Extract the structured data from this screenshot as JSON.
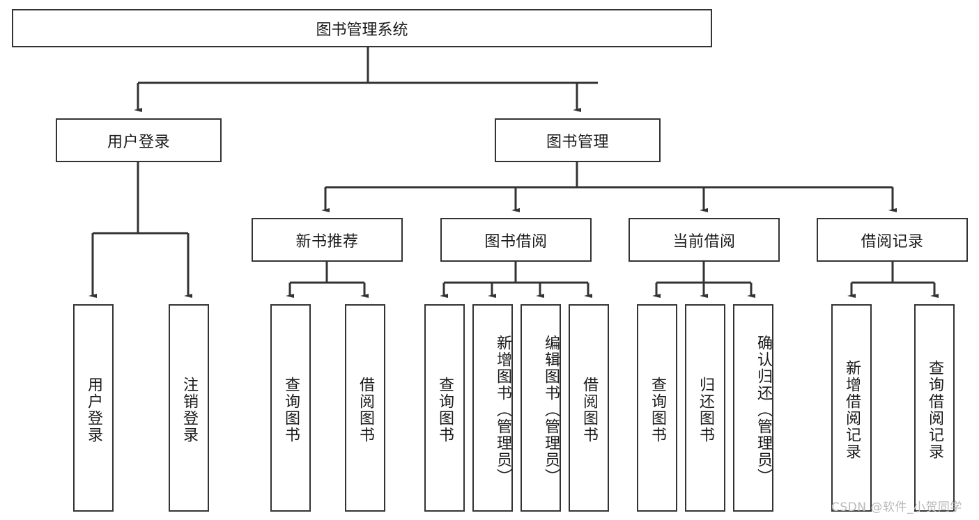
{
  "diagram": {
    "title": "图书管理系统",
    "type": "tree-hierarchy-diagram",
    "root": {
      "label": "图书管理系统"
    },
    "level2": [
      {
        "label": "用户登录"
      },
      {
        "label": "图书管理"
      }
    ],
    "level3": [
      {
        "label": "新书推荐"
      },
      {
        "label": "图书借阅"
      },
      {
        "label": "当前借阅"
      },
      {
        "label": "借阅记录"
      }
    ],
    "leaves": {
      "user_login": [
        {
          "label": "用户登录"
        },
        {
          "label": "注销登录"
        }
      ],
      "new_book_recommend": [
        {
          "label": "查询图书"
        },
        {
          "label": "借阅图书"
        }
      ],
      "book_borrow": [
        {
          "label": "查询图书"
        },
        {
          "label": "新增图书（管理员）"
        },
        {
          "label": "编辑图书（管理员）"
        },
        {
          "label": "借阅图书"
        }
      ],
      "current_borrow": [
        {
          "label": "查询图书"
        },
        {
          "label": "归还图书"
        },
        {
          "label": "确认归还（管理员）"
        }
      ],
      "borrow_record": [
        {
          "label": "新增借阅记录"
        },
        {
          "label": "查询借阅记录"
        }
      ]
    }
  },
  "watermark": {
    "text": "CSDN @软件_小贺同学"
  },
  "colors": {
    "border": "#333333",
    "background": "#ffffff",
    "text": "#1a1a1a",
    "watermark": "#b9b9b9"
  }
}
